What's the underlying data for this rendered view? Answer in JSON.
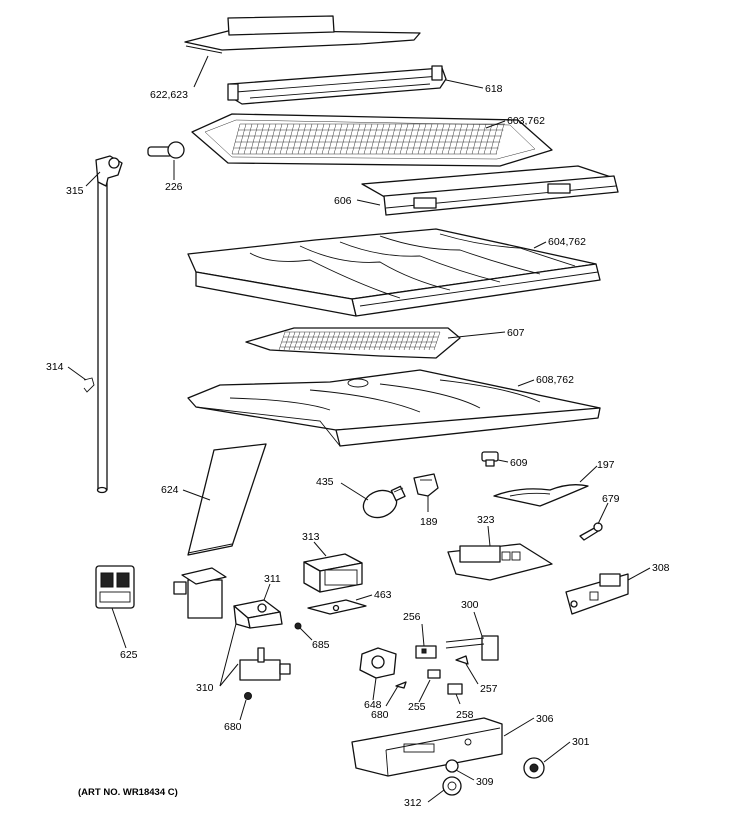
{
  "art_number": "(ART NO. WR18434 C)",
  "callouts": [
    {
      "id": "c622",
      "text": "622,623"
    },
    {
      "id": "c618",
      "text": "618"
    },
    {
      "id": "c603",
      "text": "603,762"
    },
    {
      "id": "c226",
      "text": "226"
    },
    {
      "id": "c315",
      "text": "315"
    },
    {
      "id": "c606",
      "text": "606"
    },
    {
      "id": "c604",
      "text": "604,762"
    },
    {
      "id": "c314",
      "text": "314"
    },
    {
      "id": "c607",
      "text": "607"
    },
    {
      "id": "c608",
      "text": "608,762"
    },
    {
      "id": "c609",
      "text": "609"
    },
    {
      "id": "c197",
      "text": "197"
    },
    {
      "id": "c435",
      "text": "435"
    },
    {
      "id": "c189",
      "text": "189"
    },
    {
      "id": "c624",
      "text": "624"
    },
    {
      "id": "c679",
      "text": "679"
    },
    {
      "id": "c323",
      "text": "323"
    },
    {
      "id": "c313",
      "text": "313"
    },
    {
      "id": "c308",
      "text": "308"
    },
    {
      "id": "c311",
      "text": "311"
    },
    {
      "id": "c463",
      "text": "463"
    },
    {
      "id": "c256",
      "text": "256"
    },
    {
      "id": "c300",
      "text": "300"
    },
    {
      "id": "c685",
      "text": "685"
    },
    {
      "id": "c625",
      "text": "625"
    },
    {
      "id": "c310",
      "text": "310"
    },
    {
      "id": "c648",
      "text": "648"
    },
    {
      "id": "c257",
      "text": "257"
    },
    {
      "id": "c306",
      "text": "306"
    },
    {
      "id": "c680a",
      "text": "680"
    },
    {
      "id": "c680b",
      "text": "680"
    },
    {
      "id": "c255",
      "text": "255"
    },
    {
      "id": "c258",
      "text": "258"
    },
    {
      "id": "c301",
      "text": "301"
    },
    {
      "id": "c309",
      "text": "309"
    },
    {
      "id": "c312",
      "text": "312"
    }
  ]
}
